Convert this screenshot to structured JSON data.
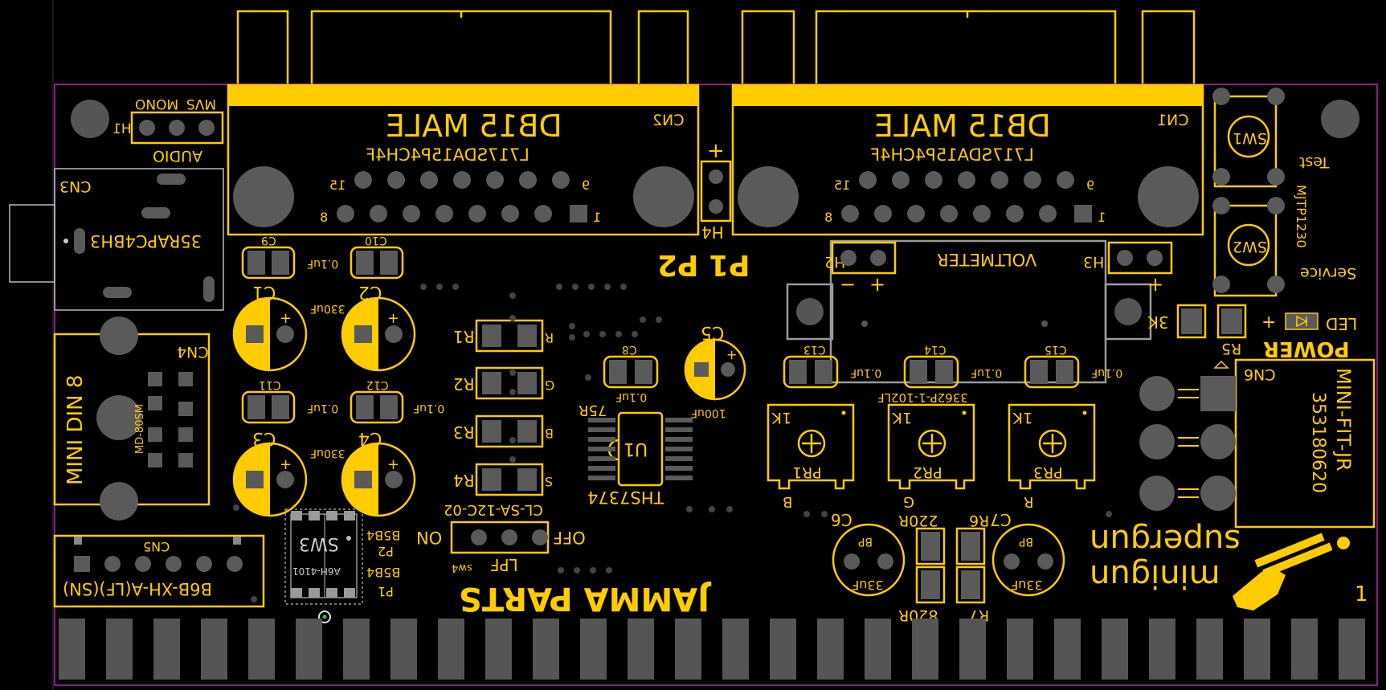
{
  "colors": {
    "background": "#000000",
    "silkscreen": "#FFCC00",
    "board_outline": "#8B1A8B",
    "pad": "#5a5a5a",
    "outline_grey": "#9a9a9a"
  },
  "labels": {
    "cn1": "CN1",
    "cn2": "CN2",
    "cn3": "CN3",
    "cn4": "CN4",
    "cn5": "CN5",
    "cn6": "CN6",
    "db15_male_a": "DB15 MALE",
    "db15_male_b": "DB15 MALE",
    "db15_part_a": "L717SDA15P4CH4F",
    "db15_part_b": "L717SDA15P4CH4F",
    "pin15": "15",
    "pin9": "9",
    "pin8": "8",
    "pin1": "1",
    "mvs": "MVS",
    "mono": "MONO",
    "audio": "AUDIO",
    "h1": "H1",
    "h2": "H2",
    "h3": "H3",
    "h4": "H4",
    "p1": "P1",
    "p2": "P2",
    "cn3_part": "35RAPC4BH3",
    "mini_din": "MINI DIN 8",
    "md80sm": "MD-80SM",
    "cn5_part": "B6B-XH-A(LF)(SN)",
    "c1": "C1",
    "c2": "C2",
    "c3": "C3",
    "c4": "C4",
    "c5": "C5",
    "c6": "C6",
    "c7": "C7",
    "c8": "C8",
    "c9": "C9",
    "c10": "C10",
    "c11": "C11",
    "c12": "C12",
    "c13": "C13",
    "c14": "C14",
    "c15": "C15",
    "cap_330uf_a": "330uF",
    "cap_330uf_b": "330uF",
    "cap_01uf": "0.1uF",
    "cap_100uf": "100uF",
    "cap_33uf": "33uF",
    "bp": "BP",
    "r1": "R1",
    "r2": "R2",
    "r3": "R3",
    "r4": "R4",
    "r5": "R5",
    "r6": "R6",
    "r7": "R7",
    "r_r": "R",
    "r_g": "G",
    "r_b": "B",
    "r_s": "S",
    "res_75r": "75R",
    "res_3k": "3K",
    "res_220r": "220R",
    "res_820r": "820R",
    "u1": "U1",
    "ths": "THS7374",
    "voltmeter": "VOLTMETER",
    "pot_part": "3362P-1-102LF",
    "pot_1k": "1K",
    "pr1": "PR1",
    "pr2": "PR2",
    "pr3": "PR3",
    "pot_b": "B",
    "pot_g": "G",
    "pot_r": "R",
    "sw1": "SW1",
    "sw2": "SW2",
    "sw3": "SW3",
    "sw4": "sw4",
    "test": "Test",
    "service": "Service",
    "mjtp": "MJTP1230",
    "led": "LED",
    "power": "POWER",
    "mini_fit": "MINI-FIT-JR",
    "mini_fit_part": "353180620",
    "supergun": "supergun",
    "minigun": "minigun",
    "jamma_parts": "JAMMA PARTS",
    "on": "ON",
    "off": "OFF",
    "lpf": "LPF",
    "cl_sa": "CL-SA-12C-02",
    "b5b4": "B5B4",
    "a6h": "A6H-4101",
    "plus": "+",
    "minus": "−",
    "one": "1"
  }
}
